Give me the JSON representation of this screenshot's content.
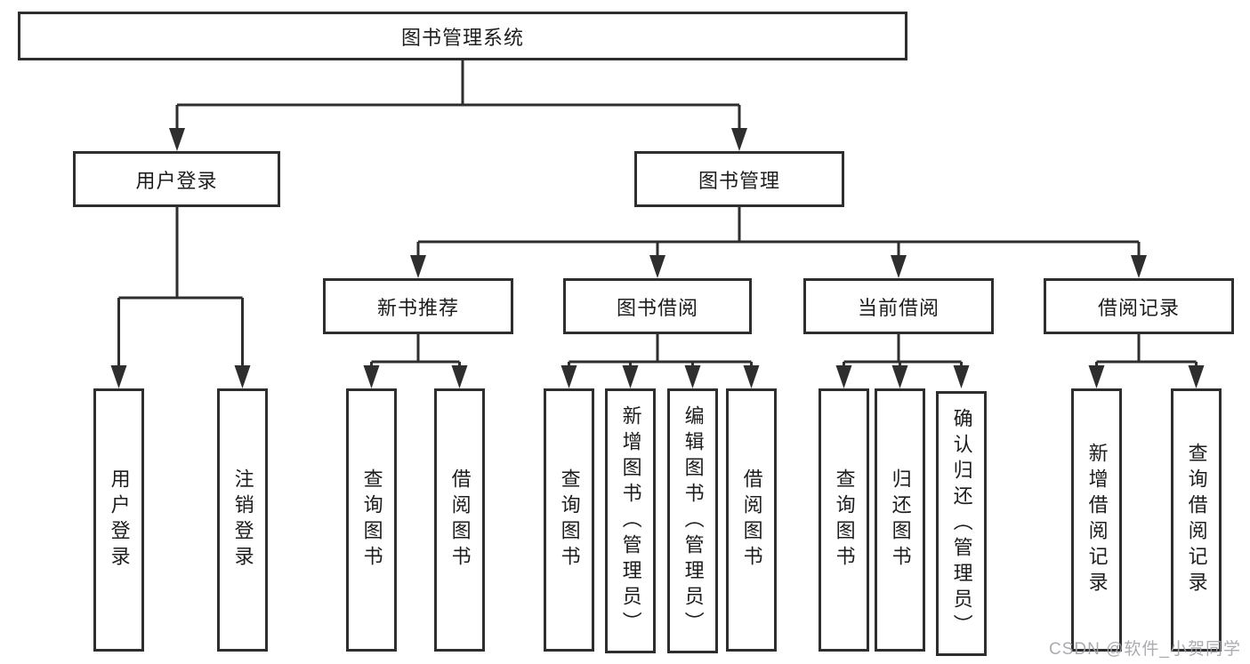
{
  "tree": {
    "root": "图书管理系统",
    "branches": [
      {
        "label": "用户登录",
        "children": [
          "用户登录",
          "注销登录"
        ]
      },
      {
        "label": "图书管理",
        "groups": [
          {
            "label": "新书推荐",
            "children": [
              "查询图书",
              "借阅图书"
            ]
          },
          {
            "label": "图书借阅",
            "children": [
              "查询图书",
              "新增图书（管理员）",
              "编辑图书（管理员）",
              "借阅图书"
            ]
          },
          {
            "label": "当前借阅",
            "children": [
              "查询图书",
              "归还图书",
              "确认归还（管理员）"
            ]
          },
          {
            "label": "借阅记录",
            "children": [
              "新增借阅记录",
              "查询借阅记录"
            ]
          }
        ]
      }
    ]
  },
  "watermark": "CSDN @软件_小贺同学",
  "colors": {
    "line": "#2e2e2e",
    "text": "#1d1d1f",
    "box_background": "#ffffff",
    "watermark": "#a2a2a8",
    "background": "#ffffff"
  }
}
